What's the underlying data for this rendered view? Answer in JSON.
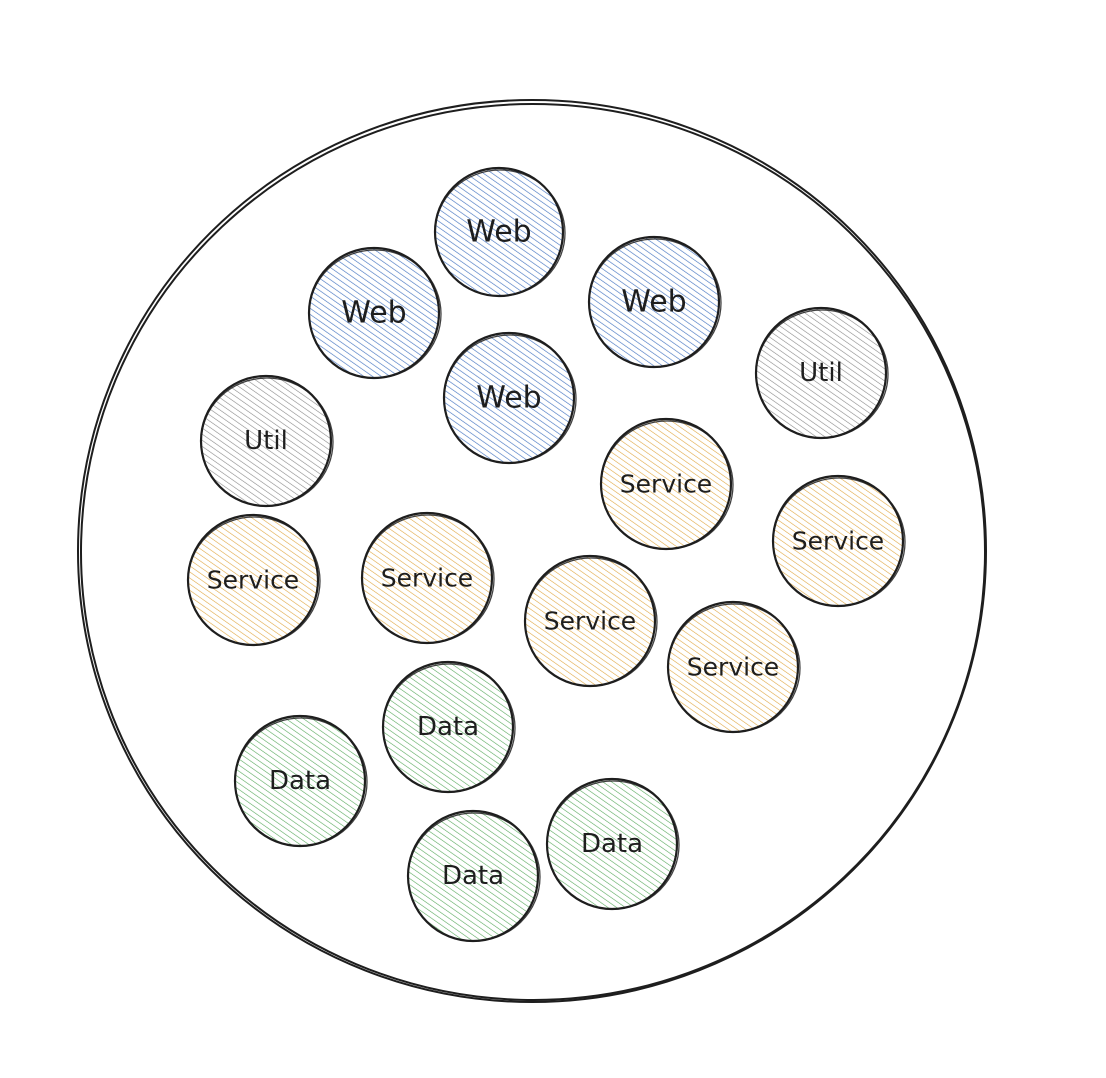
{
  "diagram": {
    "nodes": [
      {
        "label": "Web",
        "kind": "web"
      },
      {
        "label": "Web",
        "kind": "web"
      },
      {
        "label": "Web",
        "kind": "web"
      },
      {
        "label": "Web",
        "kind": "web"
      },
      {
        "label": "Util",
        "kind": "util"
      },
      {
        "label": "Util",
        "kind": "util"
      },
      {
        "label": "Service",
        "kind": "service"
      },
      {
        "label": "Service",
        "kind": "service"
      },
      {
        "label": "Service",
        "kind": "service"
      },
      {
        "label": "Service",
        "kind": "service"
      },
      {
        "label": "Service",
        "kind": "service"
      },
      {
        "label": "Service",
        "kind": "service"
      },
      {
        "label": "Data",
        "kind": "data"
      },
      {
        "label": "Data",
        "kind": "data"
      },
      {
        "label": "Data",
        "kind": "data"
      },
      {
        "label": "Data",
        "kind": "data"
      }
    ],
    "colors": {
      "web": "#4a78c2",
      "util": "#8a8a8a",
      "service": "#e0a845",
      "data": "#5aaa5e",
      "stroke": "#1e1e1e"
    }
  }
}
